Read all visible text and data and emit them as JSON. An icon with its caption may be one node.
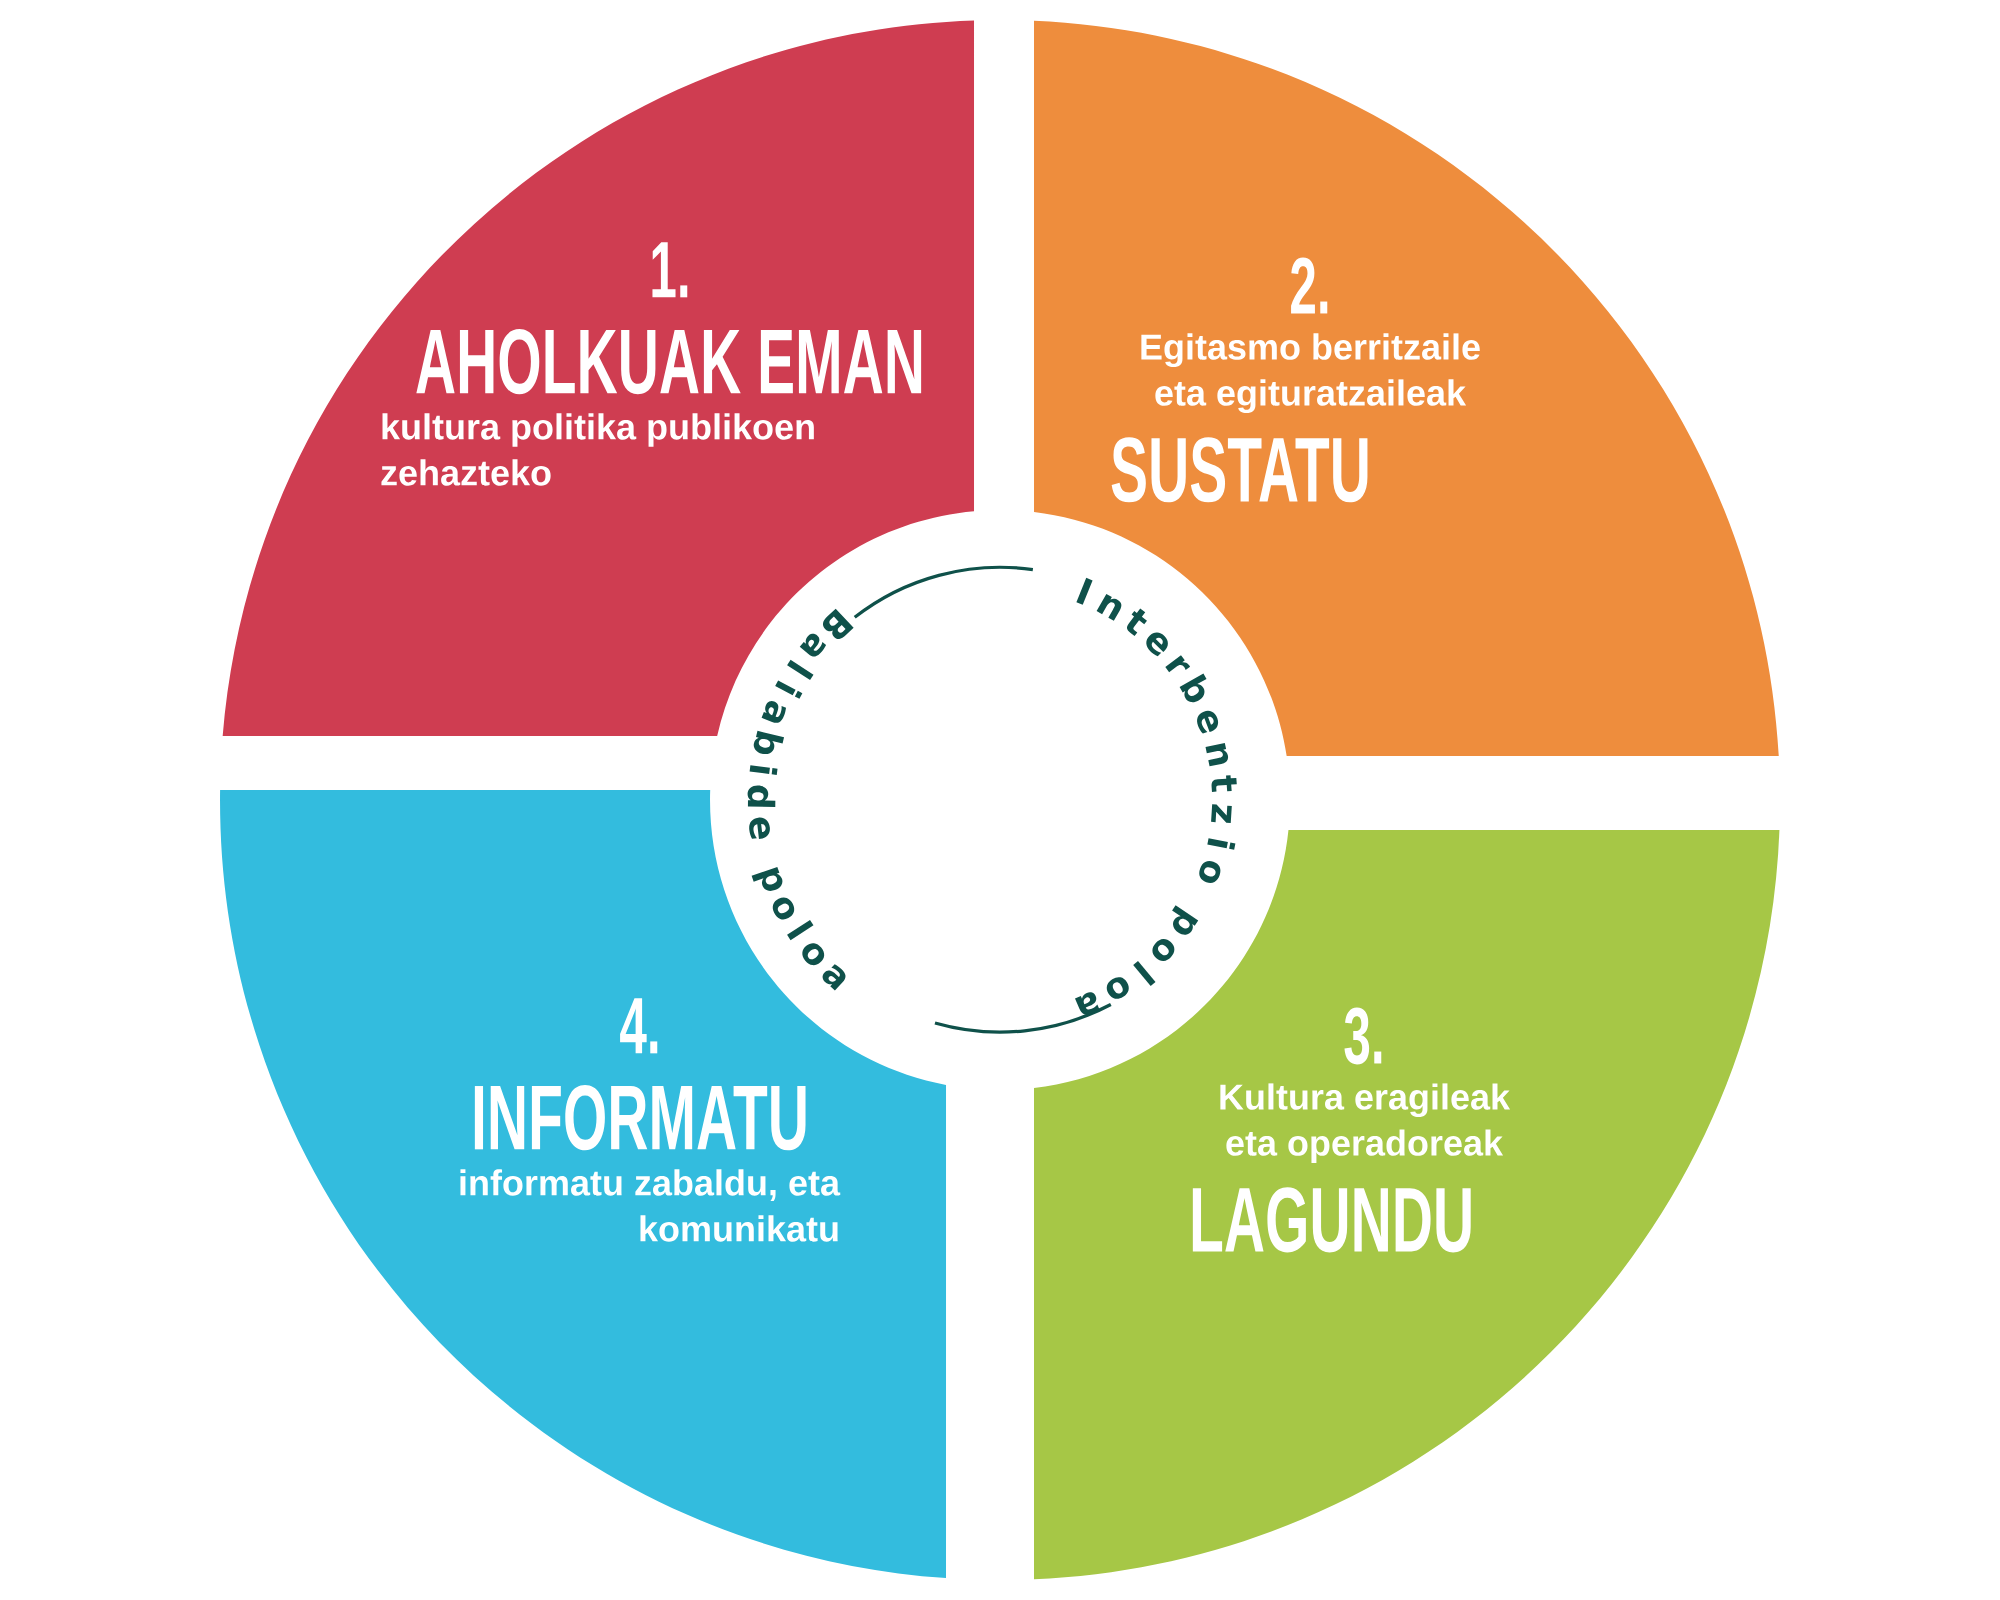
{
  "diagram": {
    "nodes": [
      {
        "text": [
          "1.",
          "AHOLKUAK EMAN",
          "kultura politika publikoen zehazteko"
        ]
      },
      {
        "text": [
          "2.",
          "Egitasmo berritzaile eta egituratzaileak",
          "SUSTATU"
        ]
      },
      {
        "text": [
          "3.",
          "Kultura eragileak eta operadoreak",
          "LAGUNDU"
        ]
      },
      {
        "text": [
          "4.",
          "INFORMATU",
          "informatu zabaldu, eta komunikatu"
        ]
      }
    ],
    "labels": [
      "Interbentzio poloa",
      "Baliabide poloa"
    ]
  }
}
